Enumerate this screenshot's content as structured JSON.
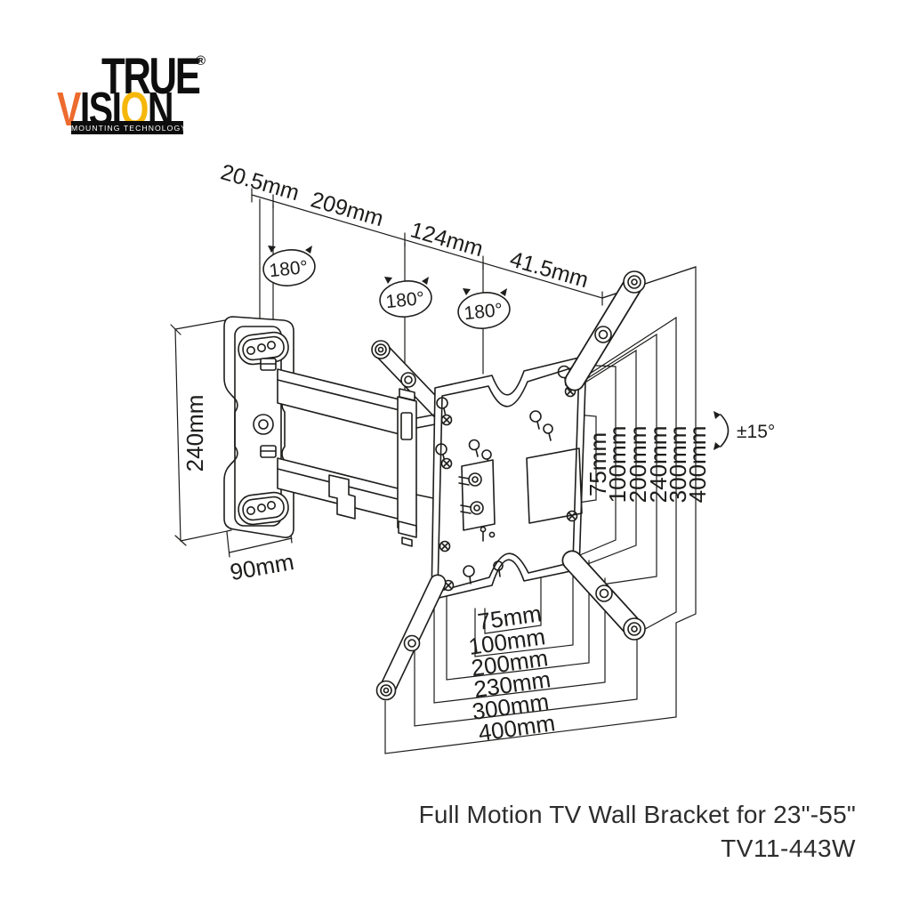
{
  "logo": {
    "word1": "TRUE",
    "word2_parts": {
      "v": "V",
      "isi": "ISI",
      "o": "O",
      "n": "N"
    },
    "registered": "®",
    "tagline": "MOUNTING TECHNOLOGY",
    "colors": {
      "orange": "#ED6B2F",
      "yellow": "#F5B70A",
      "black": "#0E0E0E"
    }
  },
  "diagram": {
    "line_color": "#1D1D1B",
    "top_dimensions": [
      "20.5mm",
      "209mm",
      "124mm",
      "41.5mm"
    ],
    "swivel_labels": [
      "180°",
      "180°",
      "180°"
    ],
    "wall_plate": {
      "height": "240mm",
      "width": "90mm"
    },
    "tilt_label": "±15°",
    "right_dimensions": [
      "75mm",
      "100mm",
      "200mm",
      "240mm",
      "300mm",
      "400mm"
    ],
    "bottom_dimensions": [
      "75mm",
      "100mm",
      "200mm",
      "230mm",
      "300mm",
      "400mm"
    ]
  },
  "caption": {
    "title": "Full Motion TV Wall Bracket for 23\"-55\"",
    "model": "TV11-443W"
  }
}
